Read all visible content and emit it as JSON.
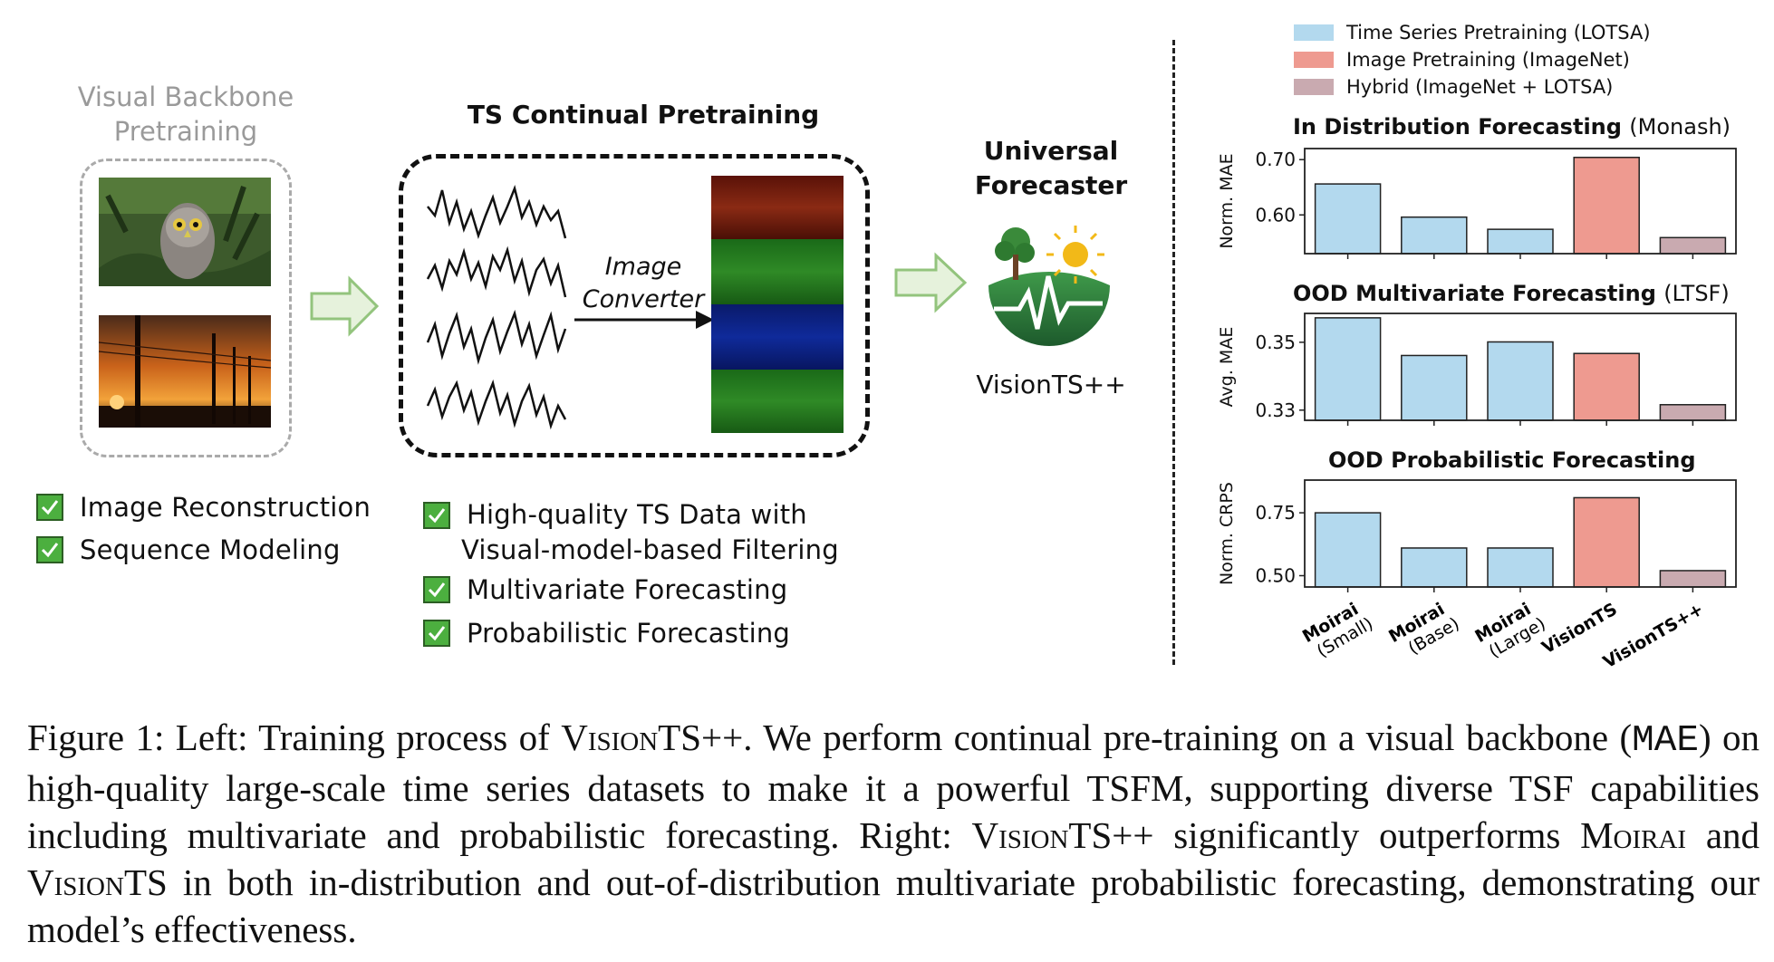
{
  "left": {
    "backbone_title_line1": "Visual Backbone",
    "backbone_title_line2": "Pretraining",
    "backbone_checks": [
      "Image Reconstruction",
      "Sequence Modeling"
    ],
    "ts_title": "TS Continual Pretraining",
    "converter_line1": "Image",
    "converter_line2": "Converter",
    "ts_checks": [
      "High-quality TS Data with",
      "Visual-model-based Filtering",
      "Multivariate Forecasting",
      "Probabilistic Forecasting"
    ],
    "forecaster_line1": "Universal",
    "forecaster_line2": "Forecaster",
    "model_name": "VisionTS++"
  },
  "chart_data": [
    {
      "type": "bar",
      "title": "In Distribution Forecasting",
      "title_suffix": "(Monash)",
      "ylabel": "Norm. MAE",
      "ylim": [
        0.53,
        0.72
      ],
      "yticks": [
        0.6,
        0.7
      ],
      "ytick_labels": [
        "0.60",
        "0.70"
      ],
      "categories": [
        "Moirai (Small)",
        "Moirai (Base)",
        "Moirai (Large)",
        "VisionTS",
        "VisionTS++"
      ],
      "values": [
        0.656,
        0.596,
        0.574,
        0.704,
        0.559
      ],
      "colors": [
        "#b3d9ee",
        "#b3d9ee",
        "#b3d9ee",
        "#ee9a90",
        "#c9aab0"
      ]
    },
    {
      "type": "bar",
      "title": "OOD Multivariate Forecasting",
      "title_suffix": "(LTSF)",
      "ylabel": "Avg. MAE",
      "ylim": [
        0.327,
        0.3585
      ],
      "yticks": [
        0.33,
        0.35
      ],
      "ytick_labels": [
        "0.33",
        "0.35"
      ],
      "categories": [
        "Moirai (Small)",
        "Moirai (Base)",
        "Moirai (Large)",
        "VisionTS",
        "VisionTS++"
      ],
      "values": [
        0.3572,
        0.3461,
        0.3501,
        0.3467,
        0.3316
      ],
      "colors": [
        "#b3d9ee",
        "#b3d9ee",
        "#b3d9ee",
        "#ee9a90",
        "#c9aab0"
      ]
    },
    {
      "type": "bar",
      "title": "OOD Probabilistic Forecasting",
      "title_suffix": "",
      "ylabel": "Norm. CRPS",
      "ylim": [
        0.455,
        0.88
      ],
      "yticks": [
        0.5,
        0.75
      ],
      "ytick_labels": [
        "0.50",
        "0.75"
      ],
      "categories": [
        "Moirai (Small)",
        "Moirai (Base)",
        "Moirai (Large)",
        "VisionTS",
        "VisionTS++"
      ],
      "values": [
        0.75,
        0.61,
        0.61,
        0.81,
        0.52
      ],
      "colors": [
        "#b3d9ee",
        "#b3d9ee",
        "#b3d9ee",
        "#ee9a90",
        "#c9aab0"
      ]
    }
  ],
  "legend": [
    {
      "label": "Time Series Pretraining (LOTSA)",
      "color": "#b3d9ee"
    },
    {
      "label": "Image Pretraining (ImageNet)",
      "color": "#ee9a90"
    },
    {
      "label": "Hybrid (ImageNet + LOTSA)",
      "color": "#c9aab0"
    }
  ],
  "xticks": [
    {
      "bold": "Moirai",
      "sub": "(Small)"
    },
    {
      "bold": "Moirai",
      "sub": "(Base)"
    },
    {
      "bold": "Moirai",
      "sub": "(Large)"
    },
    {
      "bold": "VisionTS",
      "sub": ""
    },
    {
      "bold": "VisionTS++",
      "sub": ""
    }
  ],
  "caption": {
    "label": "Figure 1:",
    "left_prefix": "Left: Training process of",
    "model": "VisionTS++",
    "part1": ". We perform continual pre-training on a visual backbone (",
    "mae": "MAE",
    "part2": ") on high-quality large-scale time series datasets to make it a powerful TSFM, supporting diverse TSF capabilities including multivariate and probabilistic forecasting. Right:",
    "model2": "VisionTS++",
    "part3": "significantly outperforms",
    "moirai": "Moirai",
    "and": "and",
    "visionts": "VisionTS",
    "part4": "in both in-distribution and out-of-distribution multivariate probabilistic forecasting, demonstrating our model’s effectiveness."
  }
}
